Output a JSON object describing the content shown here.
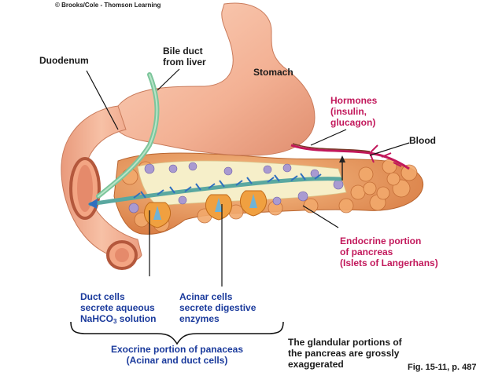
{
  "copyright": "© Brooks/Cole - Thomson Learning",
  "labels": {
    "duodenum": "Duodenum",
    "bile_duct_1": "Bile duct",
    "bile_duct_2": "from liver",
    "stomach": "Stomach",
    "hormones_1": "Hormones",
    "hormones_2": "(insulin,",
    "hormones_3": "glucagon)",
    "blood": "Blood",
    "endocrine_1": "Endocrine portion",
    "endocrine_2": "of pancreas",
    "endocrine_3": "(Islets of Langerhans)",
    "duct_cells_1": "Duct cells",
    "duct_cells_2": "secrete aqueous",
    "duct_cells_3a": "NaHCO",
    "duct_cells_3sub": "3",
    "duct_cells_3b": " solution",
    "acinar_1": "Acinar cells",
    "acinar_2": "secrete digestive",
    "acinar_3": "enzymes",
    "exocrine_1": "Exocrine portion of panaceas",
    "exocrine_2": "(Acinar and duct cells)",
    "note_1": "The glandular portions of",
    "note_2": "the pancreas are grossly",
    "note_3": "exaggerated",
    "fig": "Fig. 15-11, p. 487"
  },
  "colors": {
    "organ": "#f4b69a",
    "organ_dark": "#d98a6c",
    "pancreas": "#f0a56a",
    "duct": "#5aa8a0",
    "hormone_label": "#c2185b",
    "cell_label": "#1a3a9c"
  }
}
